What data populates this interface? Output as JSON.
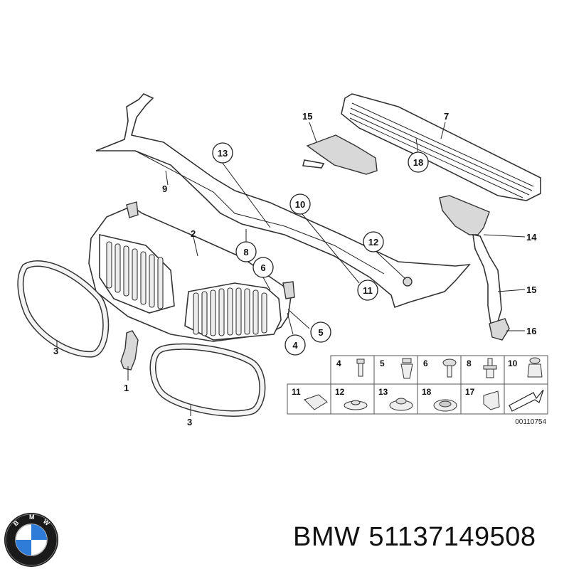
{
  "diagram": {
    "callouts": {
      "p1": "1",
      "p2": "2",
      "p3a": "3",
      "p3b": "3",
      "p4": "4",
      "p5": "5",
      "p6": "6",
      "p7": "7",
      "p8": "8",
      "p9": "9",
      "p10": "10",
      "p11": "11",
      "p12": "12",
      "p13": "13",
      "p14": "14",
      "p15a": "15",
      "p15b": "15",
      "p16": "16",
      "p18": "18"
    },
    "fastener_table": {
      "row1": [
        "4",
        "5",
        "6",
        "8",
        "10"
      ],
      "row2": [
        "11",
        "12",
        "13",
        "18",
        "17"
      ]
    },
    "drawing_code": "00110754"
  },
  "footer": {
    "brand": "BMW",
    "part_number": "51137149508",
    "logo_letters": [
      "B",
      "M",
      "W"
    ]
  }
}
